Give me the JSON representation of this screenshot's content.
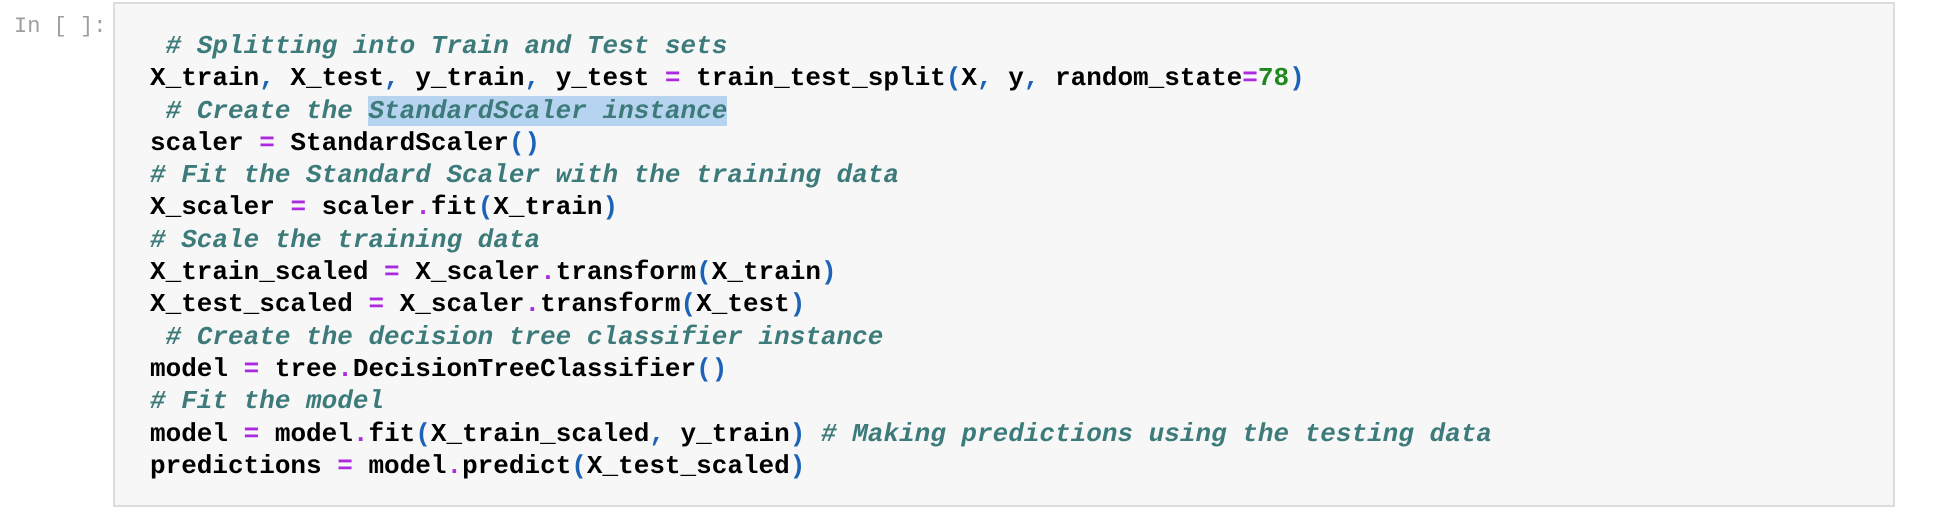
{
  "prompt": {
    "label": "In [ ]:"
  },
  "colors": {
    "prompt": "#9e9e9e",
    "cellBg": "#f7f7f7",
    "cellBorder": "#dcdcdc",
    "text": "#000000",
    "comment": "#3d7b7b",
    "operator": "#ab2ae0",
    "punct": "#1c63b7",
    "number": "#1e8a1e",
    "selection": "#b6d4f0"
  },
  "selection_text": "StandardScaler instance",
  "code": {
    "plain_text": [
      " # Splitting into Train and Test sets",
      "X_train, X_test, y_train, y_test = train_test_split(X, y, random_state=78)",
      " # Create the StandardScaler instance",
      "scaler = StandardScaler()",
      "# Fit the Standard Scaler with the training data",
      "X_scaler = scaler.fit(X_train)",
      "# Scale the training data",
      "X_train_scaled = X_scaler.transform(X_train)",
      "X_test_scaled = X_scaler.transform(X_test)",
      " # Create the decision tree classifier instance",
      "model = tree.DecisionTreeClassifier()",
      "# Fit the model",
      "model = model.fit(X_train_scaled, y_train) # Making predictions using the testing data",
      "predictions = model.predict(X_test_scaled)"
    ],
    "lines": [
      [
        [
          " ",
          "tx"
        ],
        [
          "# Splitting into Train and Test sets",
          "cm"
        ]
      ],
      [
        [
          "X_train",
          "tx"
        ],
        [
          ",",
          "pn"
        ],
        [
          " X_test",
          "tx"
        ],
        [
          ",",
          "pn"
        ],
        [
          " y_train",
          "tx"
        ],
        [
          ",",
          "pn"
        ],
        [
          " y_test ",
          "tx"
        ],
        [
          "=",
          "op"
        ],
        [
          " train_test_split",
          "tx"
        ],
        [
          "(",
          "pn"
        ],
        [
          "X",
          "tx"
        ],
        [
          ",",
          "pn"
        ],
        [
          " y",
          "tx"
        ],
        [
          ",",
          "pn"
        ],
        [
          " random_state",
          "tx"
        ],
        [
          "=",
          "op"
        ],
        [
          "78",
          "nm"
        ],
        [
          ")",
          "pn"
        ]
      ],
      [
        [
          " ",
          "tx"
        ],
        [
          "# Create the ",
          "cm"
        ],
        [
          "StandardScaler instance",
          "cm sel"
        ]
      ],
      [
        [
          "scaler ",
          "tx"
        ],
        [
          "=",
          "op"
        ],
        [
          " StandardScaler",
          "tx"
        ],
        [
          "()",
          "pn"
        ]
      ],
      [
        [
          "# Fit the Standard Scaler with the training data",
          "cm"
        ]
      ],
      [
        [
          "X_scaler ",
          "tx"
        ],
        [
          "=",
          "op"
        ],
        [
          " scaler",
          "tx"
        ],
        [
          ".",
          "op"
        ],
        [
          "fit",
          "tx"
        ],
        [
          "(",
          "pn"
        ],
        [
          "X_train",
          "tx"
        ],
        [
          ")",
          "pn"
        ]
      ],
      [
        [
          "# Scale the training data",
          "cm"
        ]
      ],
      [
        [
          "X_train_scaled ",
          "tx"
        ],
        [
          "=",
          "op"
        ],
        [
          " X_scaler",
          "tx"
        ],
        [
          ".",
          "op"
        ],
        [
          "transform",
          "tx"
        ],
        [
          "(",
          "pn"
        ],
        [
          "X_train",
          "tx"
        ],
        [
          ")",
          "pn"
        ]
      ],
      [
        [
          "X_test_scaled ",
          "tx"
        ],
        [
          "=",
          "op"
        ],
        [
          " X_scaler",
          "tx"
        ],
        [
          ".",
          "op"
        ],
        [
          "transform",
          "tx"
        ],
        [
          "(",
          "pn"
        ],
        [
          "X_test",
          "tx"
        ],
        [
          ")",
          "pn"
        ]
      ],
      [
        [
          " ",
          "tx"
        ],
        [
          "# Create the decision tree classifier instance",
          "cm"
        ]
      ],
      [
        [
          "model ",
          "tx"
        ],
        [
          "=",
          "op"
        ],
        [
          " tree",
          "tx"
        ],
        [
          ".",
          "op"
        ],
        [
          "DecisionTreeClassifier",
          "tx"
        ],
        [
          "()",
          "pn"
        ]
      ],
      [
        [
          "# Fit the model",
          "cm"
        ]
      ],
      [
        [
          "model ",
          "tx"
        ],
        [
          "=",
          "op"
        ],
        [
          " model",
          "tx"
        ],
        [
          ".",
          "op"
        ],
        [
          "fit",
          "tx"
        ],
        [
          "(",
          "pn"
        ],
        [
          "X_train_scaled",
          "tx"
        ],
        [
          ",",
          "pn"
        ],
        [
          " y_train",
          "tx"
        ],
        [
          ")",
          "pn"
        ],
        [
          " ",
          "tx"
        ],
        [
          "# Making predictions using the testing data",
          "cm"
        ]
      ],
      [
        [
          "predictions ",
          "tx"
        ],
        [
          "=",
          "op"
        ],
        [
          " model",
          "tx"
        ],
        [
          ".",
          "op"
        ],
        [
          "predict",
          "tx"
        ],
        [
          "(",
          "pn"
        ],
        [
          "X_test_scaled",
          "tx"
        ],
        [
          ")",
          "pn"
        ]
      ]
    ]
  }
}
